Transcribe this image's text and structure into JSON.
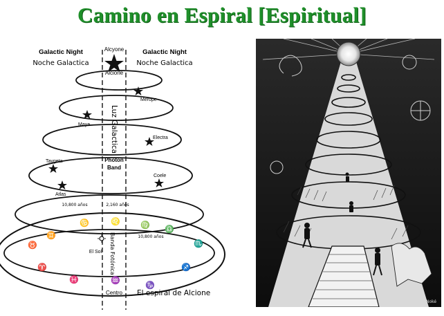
{
  "title": "Camino en Espiral [Espiritual]",
  "diagram": {
    "top_left_en": "Galactic Night",
    "top_left_es": "Noche Galactica",
    "top_right_en": "Galactic Night",
    "top_right_es": "Noche Galactica",
    "top_star": "Alcyone",
    "top_star_es": "Alcione",
    "vertical_band_label": "Luz Galactica",
    "photon_band_label": "Photon Band",
    "lower_band_label": "Banda Fotónica",
    "center_label": "Centro",
    "spiral_caption": "El espiral de Alcione",
    "sun_label": "El Sol",
    "years_left": "10,800 años",
    "years_center": "2,160 años",
    "years_right": "10,800 años",
    "stars": [
      "Merope",
      "Maya",
      "Electra",
      "Taygeta",
      "Coele",
      "Atlas"
    ],
    "zodiac_colors": {
      "ink": "#111111",
      "paper": "#ffffff"
    }
  },
  "artwork": {
    "subject": "spiral staircase to radiant sun",
    "signature": "Noké"
  }
}
